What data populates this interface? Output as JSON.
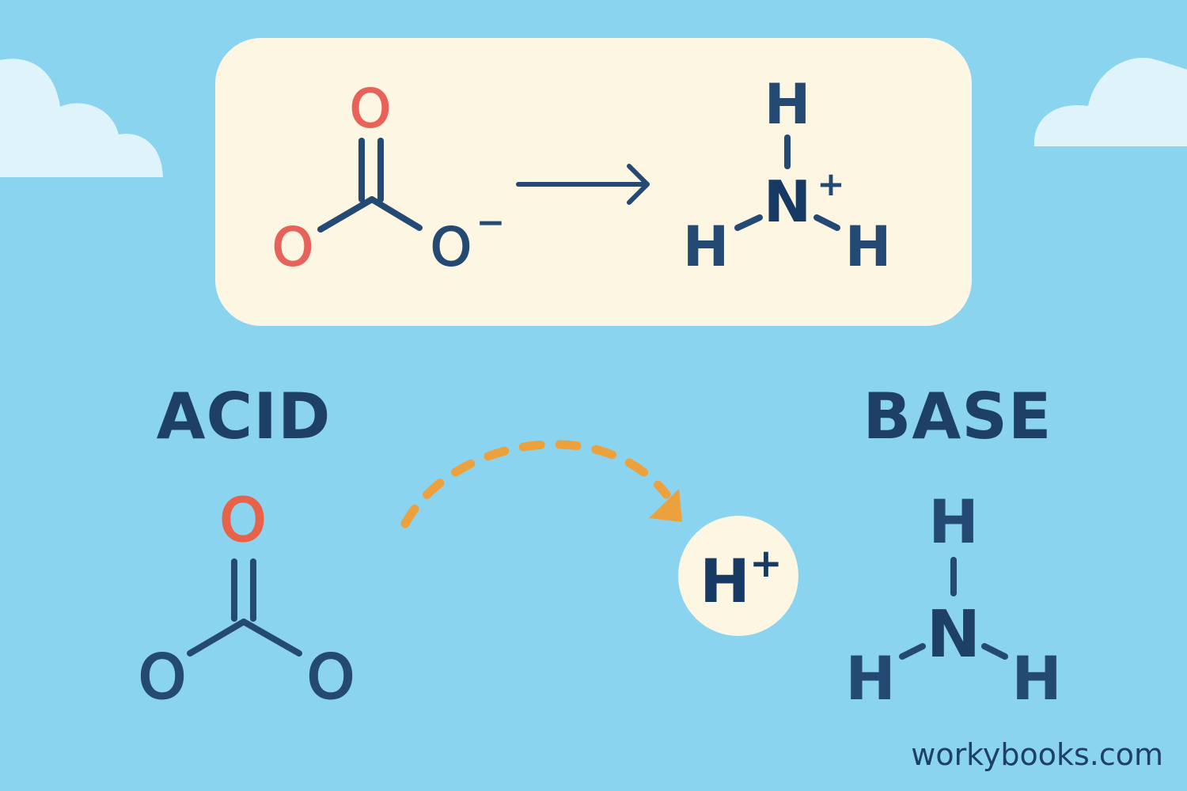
{
  "colors": {
    "background": "#8ad4f0",
    "panel": "#fdf6e3",
    "bond": "#244a73",
    "oxygen_red": "#e8625a",
    "oxygen_orange": "#e8624a",
    "text_dark": "#1e3f66",
    "proton_arrow": "#eda13c",
    "cloud": "#dff3fa"
  },
  "reaction": {
    "reactant": {
      "o_top": "O",
      "o_left": "O",
      "o_right": "O",
      "charge": "−"
    },
    "product": {
      "h_top": "H",
      "n": "N",
      "charge": "+",
      "h_left": "H",
      "h_right": "H"
    }
  },
  "acid": {
    "heading": "ACID",
    "o_top": "O",
    "o_left": "O",
    "o_right": "O"
  },
  "proton": {
    "symbol": "H",
    "charge": "+"
  },
  "base": {
    "heading": "BASE",
    "h_top": "H",
    "n": "N",
    "h_left": "H",
    "h_right": "H"
  },
  "footer": {
    "site": "workybooks.com"
  },
  "icons": {
    "reaction_arrow": "right-arrow-icon",
    "proton_transfer": "dashed-curved-arrow-icon",
    "clouds": "cloud-icon"
  }
}
